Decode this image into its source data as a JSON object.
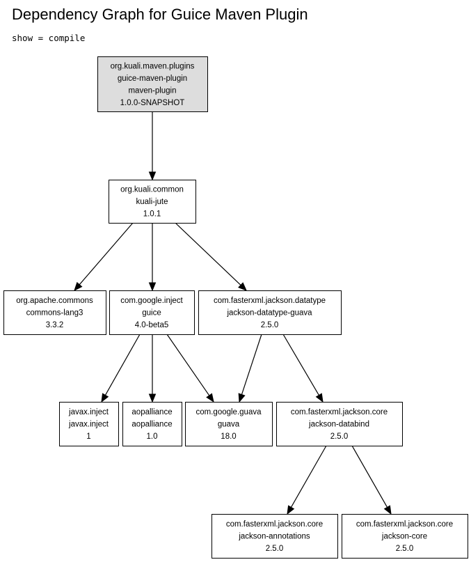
{
  "title": "Dependency Graph for Guice Maven Plugin",
  "subtitle": "show = compile",
  "nodes": {
    "root": {
      "lines": [
        "org.kuali.maven.plugins",
        "guice-maven-plugin",
        "maven-plugin",
        "1.0.0-SNAPSHOT"
      ]
    },
    "kuali_jute": {
      "lines": [
        "org.kuali.common",
        "kuali-jute",
        "1.0.1"
      ]
    },
    "commons_lang3": {
      "lines": [
        "org.apache.commons",
        "commons-lang3",
        "3.3.2"
      ]
    },
    "guice": {
      "lines": [
        "com.google.inject",
        "guice",
        "4.0-beta5"
      ]
    },
    "datatype_guava": {
      "lines": [
        "com.fasterxml.jackson.datatype",
        "jackson-datatype-guava",
        "2.5.0"
      ]
    },
    "javax_inject": {
      "lines": [
        "javax.inject",
        "javax.inject",
        "1"
      ]
    },
    "aopalliance": {
      "lines": [
        "aopalliance",
        "aopalliance",
        "1.0"
      ]
    },
    "guava": {
      "lines": [
        "com.google.guava",
        "guava",
        "18.0"
      ]
    },
    "databind": {
      "lines": [
        "com.fasterxml.jackson.core",
        "jackson-databind",
        "2.5.0"
      ]
    },
    "annotations": {
      "lines": [
        "com.fasterxml.jackson.core",
        "jackson-annotations",
        "2.5.0"
      ]
    },
    "core": {
      "lines": [
        "com.fasterxml.jackson.core",
        "jackson-core",
        "2.5.0"
      ]
    }
  },
  "edges": [
    [
      "root",
      "kuali_jute"
    ],
    [
      "kuali_jute",
      "commons_lang3"
    ],
    [
      "kuali_jute",
      "guice"
    ],
    [
      "kuali_jute",
      "datatype_guava"
    ],
    [
      "guice",
      "javax_inject"
    ],
    [
      "guice",
      "aopalliance"
    ],
    [
      "guice",
      "guava"
    ],
    [
      "datatype_guava",
      "guava"
    ],
    [
      "datatype_guava",
      "databind"
    ],
    [
      "databind",
      "annotations"
    ],
    [
      "databind",
      "core"
    ]
  ]
}
